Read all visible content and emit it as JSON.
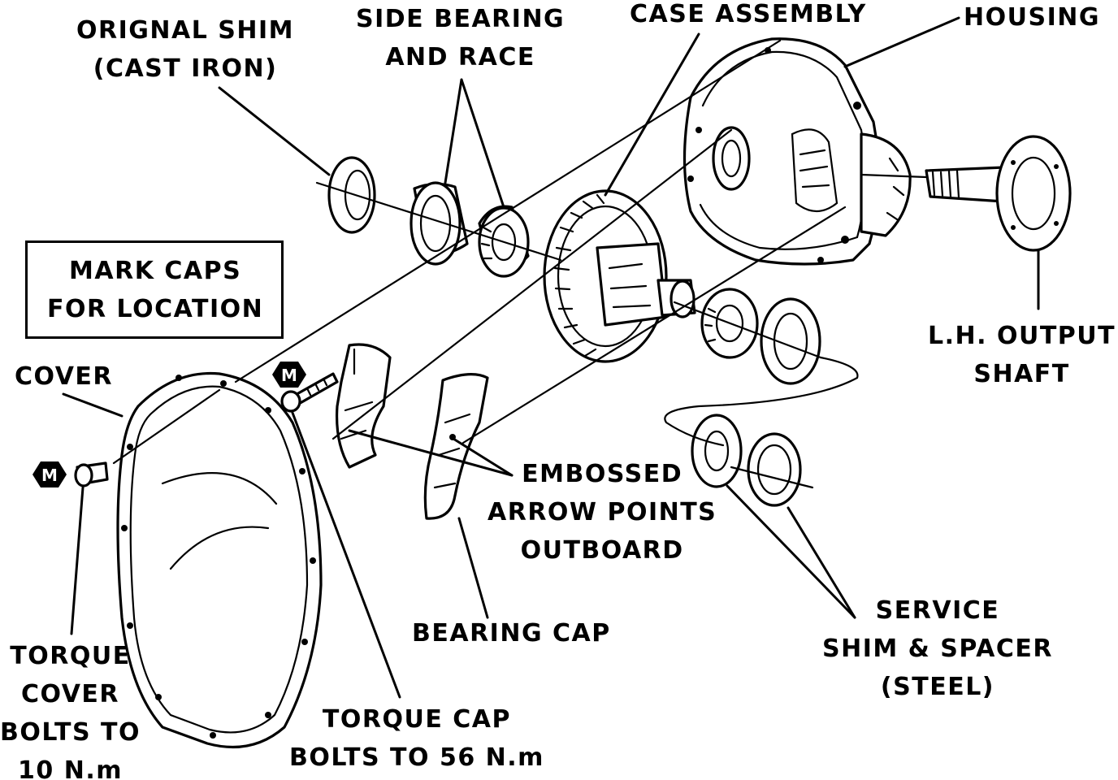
{
  "labels": {
    "original_shim": [
      "ORIGNAL SHIM",
      "(CAST IRON)"
    ],
    "side_bearing": [
      "SIDE BEARING",
      "AND RACE"
    ],
    "case_assembly": [
      "CASE ASSEMBLY"
    ],
    "housing": [
      "HOUSING"
    ],
    "mark_caps": [
      "MARK CAPS",
      "FOR LOCATION"
    ],
    "cover": [
      "COVER"
    ],
    "output_shaft": [
      "L.H. OUTPUT",
      "SHAFT"
    ],
    "embossed_arrow": [
      "EMBOSSED",
      "ARROW POINTS",
      "OUTBOARD"
    ],
    "bearing_cap": [
      "BEARING CAP"
    ],
    "service_shim": [
      "SERVICE",
      "SHIM & SPACER",
      "(STEEL)"
    ],
    "torque_cover": [
      "TORQUE",
      "COVER",
      "BOLTS TO",
      "10 N.m"
    ],
    "torque_cap": [
      "TORQUE CAP",
      "BOLTS TO 56 N.m"
    ]
  },
  "badges": {
    "m_symbol": "M"
  }
}
